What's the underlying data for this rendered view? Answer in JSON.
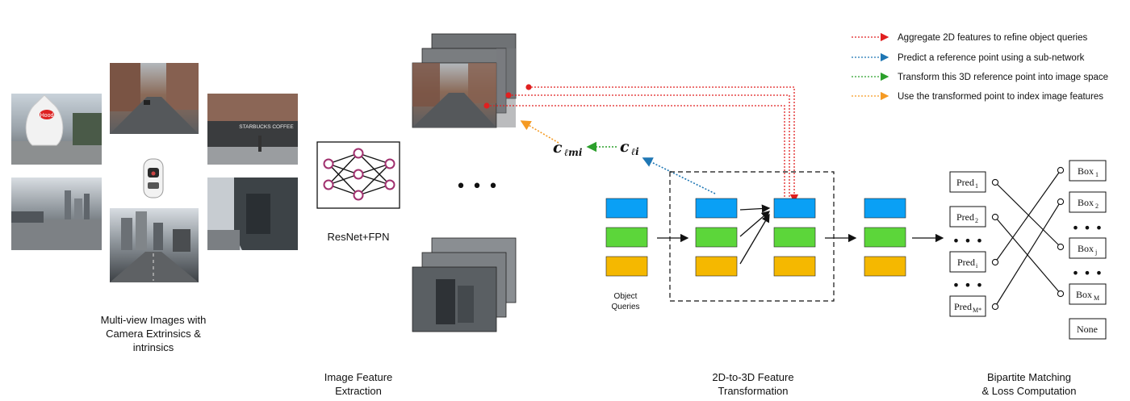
{
  "captions": {
    "multiview": "Multi-view Images with\nCamera Extrinsics &\nintrinsics",
    "backbone": "ResNet+FPN",
    "feature_extraction": "Image Feature\nExtraction",
    "transformation": "2D-to-3D Feature\nTransformation",
    "matching": "Bipartite Matching\n& Loss Computation",
    "object_queries": [
      "Object",
      "Queries"
    ]
  },
  "camera_signs": {
    "hood": "Hood",
    "starbucks": "STARBUCKS COFFEE"
  },
  "legend": [
    {
      "text": "Aggregate 2D features to refine object queries",
      "color": "#e02020"
    },
    {
      "text": "Predict a reference point using a sub-network",
      "color": "#1f77b4"
    },
    {
      "text": "Transform this 3D reference point into image space",
      "color": "#2ca02c"
    },
    {
      "text": "Use the transformed point to index image features",
      "color": "#f59a23"
    }
  ],
  "math": {
    "c_lmi": {
      "base": "c",
      "sub": "ℓmi"
    },
    "c_li": {
      "base": "c",
      "sub": "ℓi"
    }
  },
  "ellipsis": "• • •",
  "predictions": [
    {
      "base": "Pred",
      "sub": "1"
    },
    {
      "base": "Pred",
      "sub": "2"
    },
    {
      "base": "Pred",
      "sub": "i"
    },
    {
      "base": "Pred",
      "sub": "M*"
    }
  ],
  "boxes": [
    {
      "base": "Box",
      "sub": "1"
    },
    {
      "base": "Box",
      "sub": "2"
    },
    {
      "base": "Box",
      "sub": "j"
    },
    {
      "base": "Box",
      "sub": "M"
    },
    {
      "base": "None",
      "sub": ""
    }
  ],
  "colors": {
    "query_blue": "#0aa0f5",
    "query_green": "#5cd63a",
    "query_yellow": "#f5b800",
    "node": "#a0306e"
  }
}
